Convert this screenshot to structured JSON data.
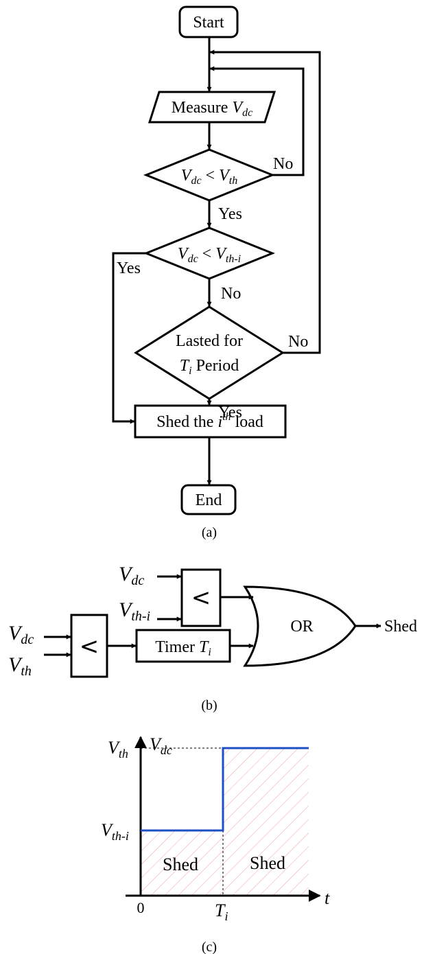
{
  "flowchart": {
    "start": "Start",
    "measure_prefix": "Measure ",
    "v": "V",
    "sub_dc": "dc",
    "sub_th": "th",
    "sub_thi": "th-i",
    "lt": "<",
    "yes": "Yes",
    "no": "No",
    "lasted_line1": "Lasted for",
    "t": "T",
    "sub_i": "i",
    "period": " Period",
    "shed_prefix": "Shed the ",
    "sup_th": "th",
    "load": " load",
    "end": "End",
    "caption": "(a)"
  },
  "logic": {
    "comparator_symbol": "<",
    "timer_prefix": "Timer ",
    "or_label": "OR",
    "output_label": "Shed",
    "caption": "(b)"
  },
  "graph": {
    "y_axis_label_v": "V",
    "y_axis_label_sub": "dc",
    "x_axis_label": "t",
    "origin_label": "0",
    "tick_vth_sub": "th",
    "tick_vthi_sub": "th-i",
    "tick_ti": "T",
    "tick_ti_sub": "i",
    "region_left": "Shed",
    "region_right": "Shed",
    "line_color": "#1f4fc7",
    "hatch_color": "#f0a0a0",
    "caption": "(c)"
  }
}
